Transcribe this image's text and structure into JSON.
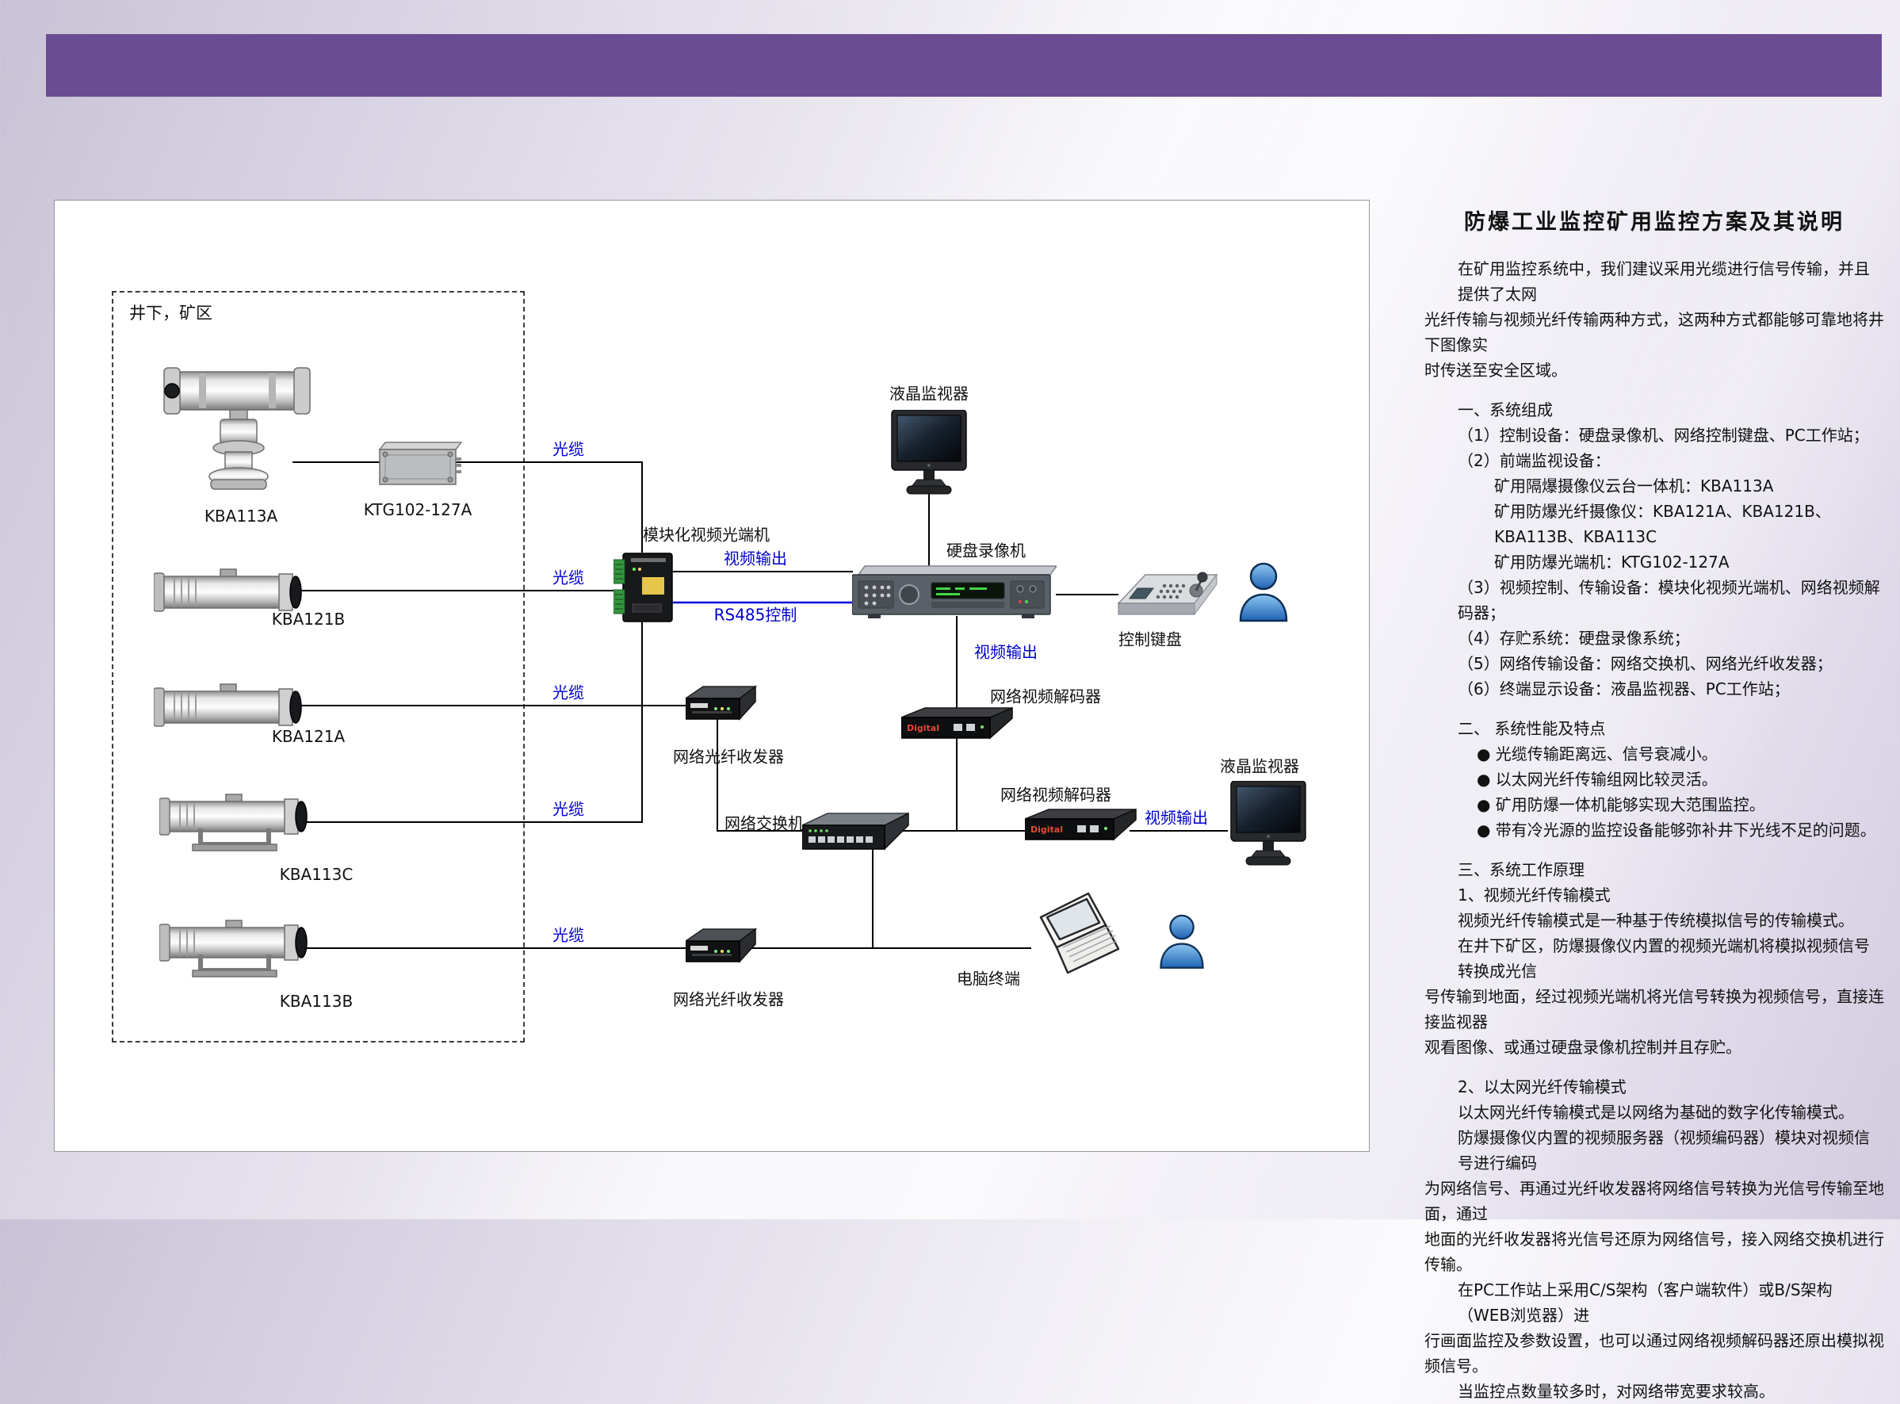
{
  "doc": {
    "title": "防爆工业监控矿用监控方案及其说明",
    "lines": [
      "在矿用监控系统中，我们建议采用光缆进行信号传输，并且提供了太网",
      "光纤传输与视频光纤传输两种方式，这两种方式都能够可靠地将井下图像实",
      "时传送至安全区域。",
      "一、系统组成",
      "（1）控制设备：硬盘录像机、网络控制键盘、PC工作站；",
      "（2）前端监视设备：",
      "矿用隔爆摄像仪云台一体机：KBA113A",
      "矿用防爆光纤摄像仪：KBA121A、KBA121B、KBA113B、KBA113C",
      "矿用防爆光端机：KTG102-127A",
      "（3）视频控制、传输设备：模块化视频光端机、网络视频解码器；",
      "（4）存贮系统：硬盘录像系统；",
      "（5）网络传输设备：网络交换机、网络光纤收发器；",
      "（6）终端显示设备：液晶监视器、PC工作站；",
      "二、 系统性能及特点",
      "●  光缆传输距离远、信号衰减小。",
      "●  以太网光纤传输组网比较灵活。",
      "●  矿用防爆一体机能够实现大范围监控。",
      "●  带有冷光源的监控设备能够弥补井下光线不足的问题。",
      "三、系统工作原理",
      "1、视频光纤传输模式",
      "视频光纤传输模式是一种基于传统模拟信号的传输模式。",
      "在井下矿区，防爆摄像仪内置的视频光端机将模拟视频信号转换成光信",
      "号传输到地面，经过视频光端机将光信号转换为视频信号，直接连接监视器",
      "观看图像、或通过硬盘录像机控制并且存贮。",
      "2、以太网光纤传输模式",
      "以太网光纤传输模式是以网络为基础的数字化传输模式。",
      "防爆摄像仪内置的视频服务器（视频编码器）模块对视频信号进行编码",
      "为网络信号、再通过光纤收发器将网络信号转换为光信号传输至地面，通过",
      "地面的光纤收发器将光信号还原为网络信号，接入网络交换机进行传输。",
      "在PC工作站上采用C/S架构（客户端软件）或B/S架构（WEB浏览器）进",
      "行画面监控及参数设置，也可以通过网络视频解码器还原出模拟视频信号。",
      "当监控点数量较多时，对网络带宽要求较高。"
    ]
  },
  "diagram": {
    "zone_label": "井下，矿区",
    "devices": {
      "kba113a": "KBA113A",
      "ktg102": "KTG102-127A",
      "kba121b": "KBA121B",
      "kba121a": "KBA121A",
      "kba113c": "KBA113C",
      "kba113b": "KBA113B",
      "optical_terminal": "模块化视频光端机",
      "fiber_transceiver": "网络光纤收发器",
      "lcd_monitor": "液晶监视器",
      "dvr": "硬盘录像机",
      "control_keyboard": "控制键盘",
      "video_decoder": "网络视频解码器",
      "network_switch": "网络交换机",
      "pc_terminal": "电脑终端",
      "decoder_brand": "Digital"
    },
    "link_labels": {
      "fiber": "光缆",
      "video_out": "视频输出",
      "rs485": "RS485控制"
    },
    "colors": {
      "header_bar": "#6b4c92",
      "link_label_blue": "#0000cc",
      "rs485_line_blue": "#0000d8",
      "wire_black": "#000000"
    }
  }
}
